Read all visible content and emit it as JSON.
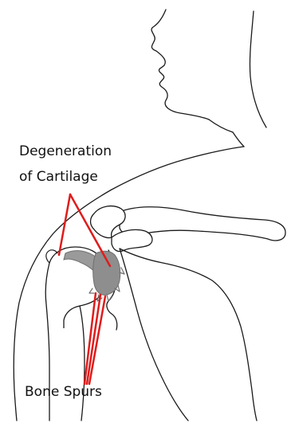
{
  "labels": {
    "degeneration_line1": "Degeneration",
    "degeneration_line2": "of Cartilage",
    "bone_spurs": "Bone Spurs"
  },
  "colors": {
    "outline": "#1a1a1a",
    "pointer": "#e01c1c",
    "cartilage": "#9a9a9a",
    "cartilage_dark": "#6e6e6e",
    "background": "#ffffff"
  }
}
